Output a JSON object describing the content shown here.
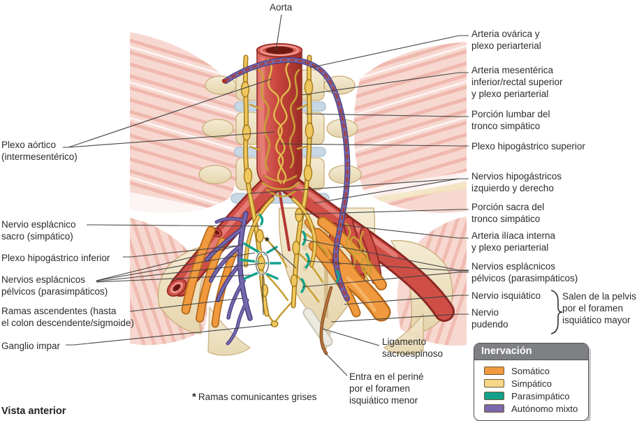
{
  "title": "Vista anterior",
  "labels": {
    "aorta": "Aorta",
    "plexo_aortico": "Plexo aórtico\n(intermesentérico)",
    "nervio_esplacnico_sacro": "Nervio esplácnico\nsacro (simpático)",
    "plexo_hipogastrico_inferior": "Plexo hipogástrico inferior",
    "nervios_esplacnicos_left": "Nervios esplácnicos\npélvicos (parasimpáticos)",
    "ramas_ascendentes": "Ramas ascendentes (hasta\nel colon descendente/sigmoide)",
    "ganglio_impar": "Ganglio impar",
    "arteria_ovarica": "Arteria ovárica y\nplexo periarterial",
    "arteria_mesenterica": "Arteria mesentérica\ninferior/rectal superior\ny plexo periarterial",
    "porcion_lumbar": "Porción lumbar del\ntronco simpático",
    "plexo_hipogastrico_superior": "Plexo hipogástrico superior",
    "nervios_hipogastricos": "Nervios hipogástricos\nizquierdo y derecho",
    "porcion_sacra": "Porción sacra del\ntronco simpático",
    "arteria_iliaca_interna": "Arteria ilíaca interna\ny plexo periarterial",
    "nervios_esplacnicos_right": "Nervios esplácnicos\npélvicos (parasimpáticos)",
    "nervio_isquiatico": "Nervio isquiático",
    "nervio_pudendo": "Nervio\npudendo",
    "salen_pelvis": "Salen de la pelvis\npor el foramen\nisquiático mayor",
    "ligamento_sacroespinoso": "Ligamento\nsacroespinoso",
    "entra_perine": "Entra en el periné\npor el foramen\nisquiático menor",
    "asterisk_marker": "*",
    "footnote_asterisk": "*",
    "footnote_text": "Ramas comunicantes grises"
  },
  "legend": {
    "title": "Inervación",
    "items": [
      {
        "label": "Somático",
        "color": "#F0993E"
      },
      {
        "label": "Simpático",
        "color": "#F7D787"
      },
      {
        "label": "Parasimpático",
        "color": "#12A28C"
      },
      {
        "label": "Autónomo mixto",
        "color": "#7A68AC"
      }
    ]
  },
  "colors": {
    "artery_red": "#C8453D",
    "nerve_yellow": "#EFC75E",
    "nerve_orange": "#F0993E",
    "nerve_teal": "#12A28C",
    "nerve_purple": "#7568AB",
    "leader_line": "#444444"
  }
}
